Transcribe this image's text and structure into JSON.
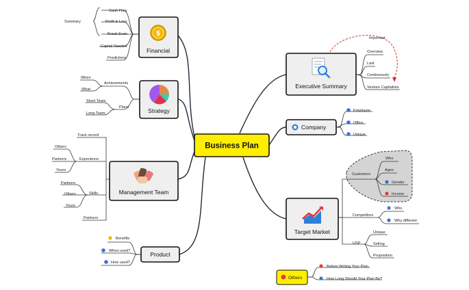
{
  "root": "Business Plan",
  "financial": {
    "title": "Financial",
    "summary_label": "Summary",
    "items": [
      "Cash Flow",
      "Profit & Loss",
      "Break Even",
      "Capital Needed",
      "Predictions"
    ]
  },
  "strategy": {
    "title": "Strategy",
    "achievements": "Achievements",
    "achievements_children": [
      "When",
      "What"
    ],
    "plans": "Plans",
    "plans_children": [
      "Short Team",
      "Long Team"
    ]
  },
  "management": {
    "title": "Management Team",
    "track_record": "Track record",
    "experience": "Experience",
    "experience_children": [
      "Others",
      "Partners",
      "Yours"
    ],
    "skills": "Skills",
    "skills_children": [
      "Partners",
      "Others",
      "Yours"
    ],
    "partners": "Partners"
  },
  "product": {
    "title": "Product",
    "items": [
      "Benefits",
      "When used?",
      "How used?"
    ]
  },
  "executive": {
    "title": "Executive Summary",
    "items": [
      "Overview",
      "Last",
      "Continuously",
      "Venture Capitalists"
    ],
    "relation_label": "Important"
  },
  "company": {
    "title": "Company",
    "items": [
      "Employee",
      "Office",
      "Unique"
    ]
  },
  "market": {
    "title": "Target Market",
    "customers": "Customers",
    "customers_children": [
      "Who",
      "Ages",
      "Gender",
      "Income"
    ],
    "competitors": "Competitors",
    "competitors_children": [
      "Who",
      "Why different"
    ],
    "usp": "USP",
    "usp_children": [
      "Unique",
      "Selling",
      "Proposition"
    ]
  },
  "others": {
    "title": "Others",
    "items": [
      "Before Writing Your Plan",
      "How Long Should Your Plan Be?"
    ]
  }
}
